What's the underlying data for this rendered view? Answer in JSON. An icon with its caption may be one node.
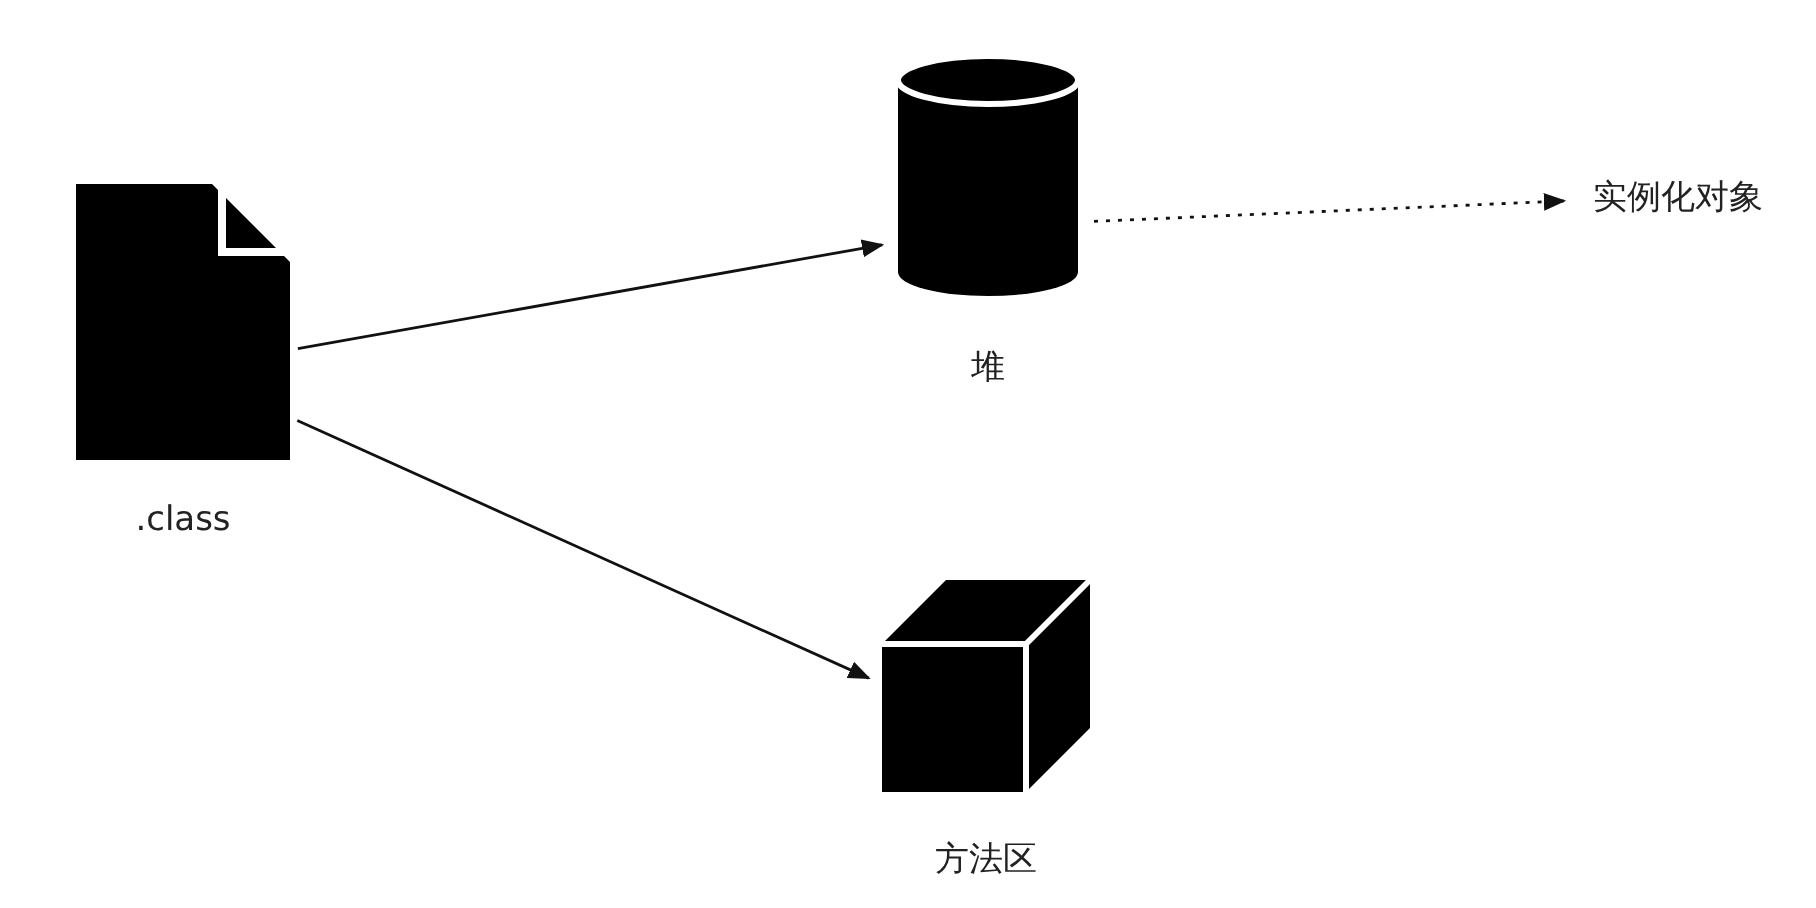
{
  "diagram": {
    "nodes": [
      {
        "text": [
          ".class"
        ]
      },
      {
        "text": [
          "堆"
        ]
      },
      {
        "text": [
          "实例化对象"
        ]
      },
      {
        "text": [
          "方法区"
        ]
      }
    ],
    "edges": [
      {
        "from": 0,
        "to": 1,
        "arrow": "to"
      },
      {
        "from": 0,
        "to": 3,
        "arrow": "to"
      },
      {
        "from": 1,
        "to": 2,
        "arrow": "to",
        "style": "dashed"
      }
    ]
  }
}
